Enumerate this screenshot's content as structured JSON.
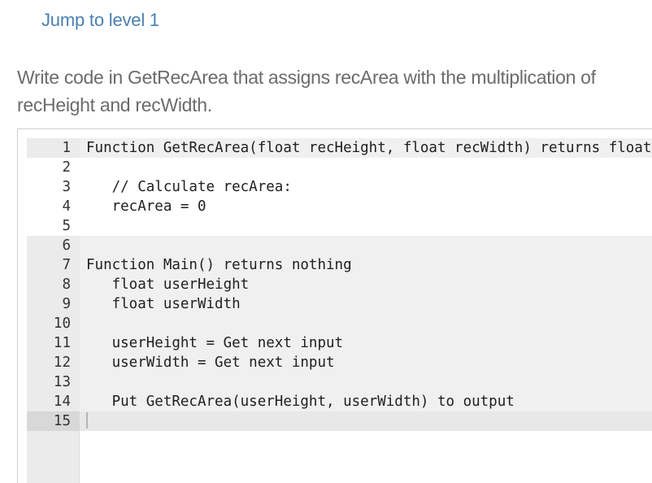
{
  "jump_link": "Jump to level 1",
  "instructions": "Write code in GetRecArea that assigns recArea with the multiplication of recHeight and recWidth.",
  "editor": {
    "lines": [
      {
        "no": "1",
        "code": "Function GetRecArea(float recHeight, float recWidth) returns float recArea"
      },
      {
        "no": "2",
        "code": ""
      },
      {
        "no": "3",
        "code": "   // Calculate recArea:"
      },
      {
        "no": "4",
        "code": "   recArea = 0"
      },
      {
        "no": "5",
        "code": ""
      },
      {
        "no": "6",
        "code": ""
      },
      {
        "no": "7",
        "code": "Function Main() returns nothing"
      },
      {
        "no": "8",
        "code": "   float userHeight"
      },
      {
        "no": "9",
        "code": "   float userWidth"
      },
      {
        "no": "10",
        "code": ""
      },
      {
        "no": "11",
        "code": "   userHeight = Get next input"
      },
      {
        "no": "12",
        "code": "   userWidth = Get next input"
      },
      {
        "no": "13",
        "code": ""
      },
      {
        "no": "14",
        "code": "   Put GetRecArea(userHeight, userWidth) to output"
      },
      {
        "no": "15",
        "code": ""
      }
    ]
  }
}
